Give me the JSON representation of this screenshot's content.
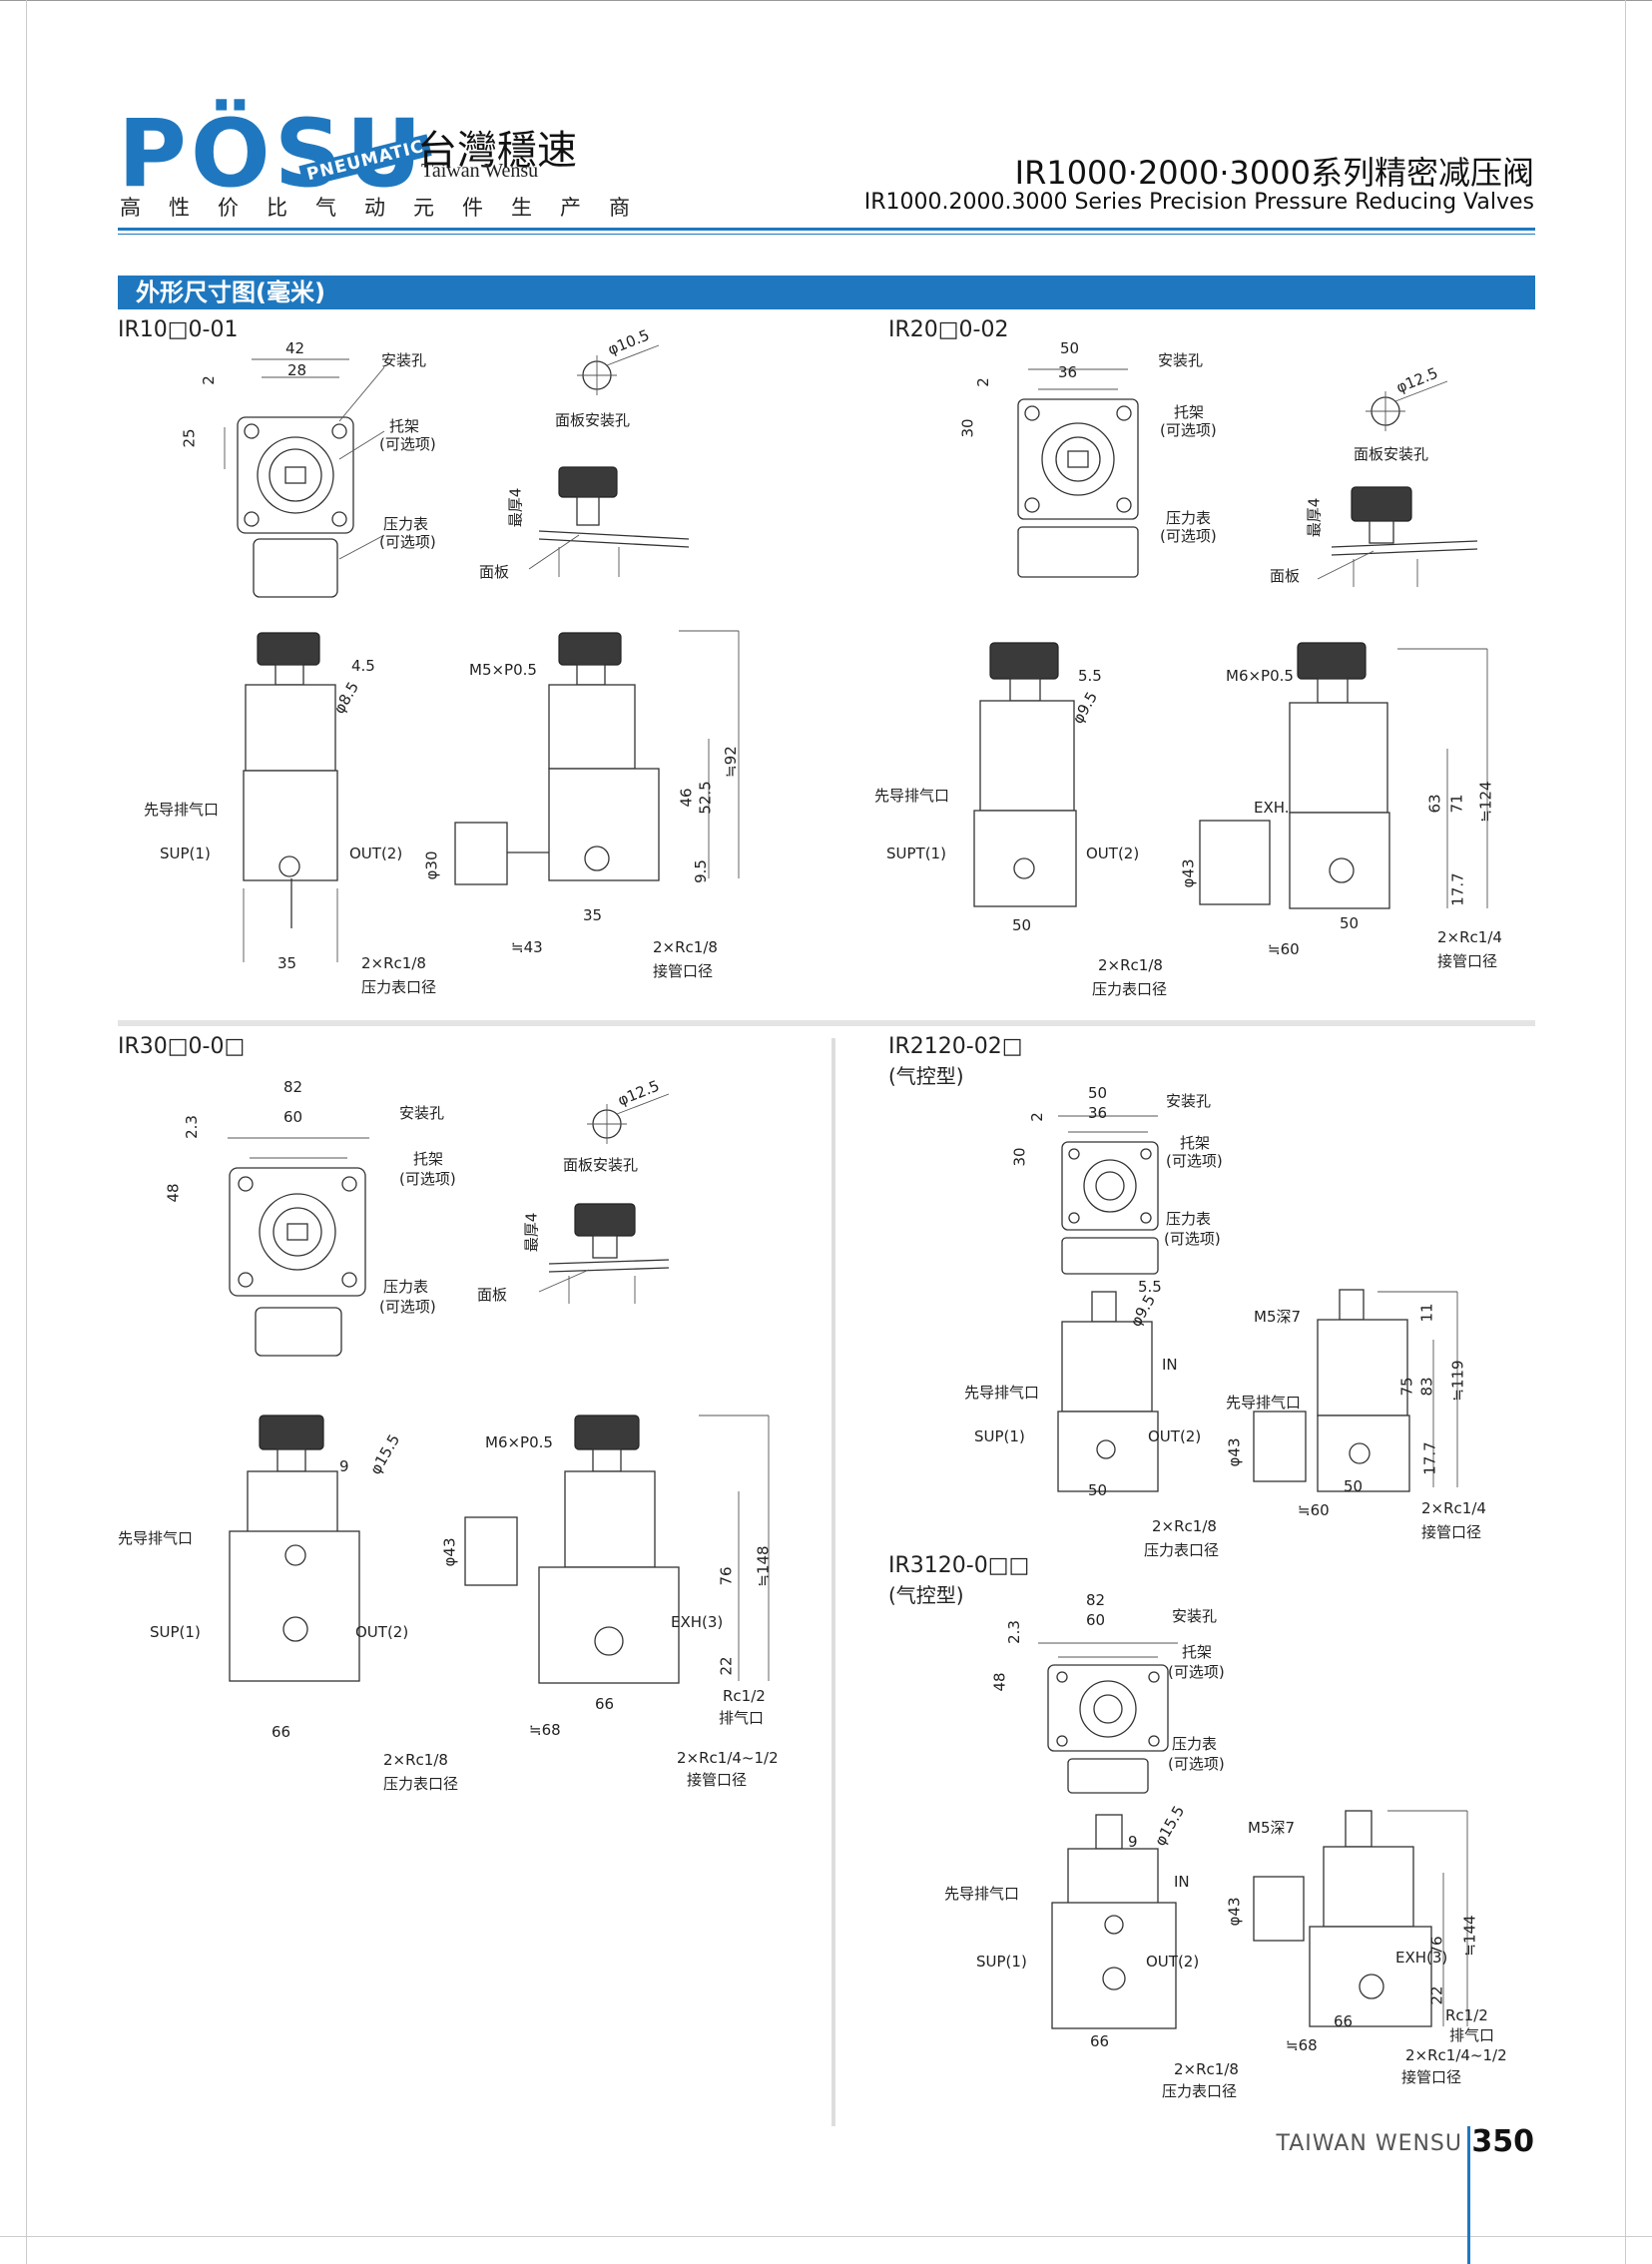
{
  "header": {
    "logo_text": "PÖSU",
    "logo_badge": "PNEUMATIC",
    "brand_cn": "台灣穩速",
    "brand_en": "Taiwan Wensu",
    "slogan": "高性价比气动元件生产商",
    "title_cn": "IR1000·2000·3000系列精密减压阀",
    "title_en": "IR1000.2000.3000 Series Precision Pressure Reducing Valves"
  },
  "section_title": "外形尺寸图(毫米)",
  "common_labels": {
    "mount_hole": "安装孔",
    "bracket": "托架",
    "optional": "(可选项)",
    "gauge": "压力表",
    "panel_hole": "面板安装孔",
    "max_thick": "最厚4",
    "panel": "面板",
    "pilot_exhaust": "先导排气口",
    "gauge_port": "压力表口径",
    "pipe_port": "接管口径",
    "exhaust_port": "排气口"
  },
  "ir1000": {
    "model": "IR10□0-01",
    "d42": "42",
    "d28": "28",
    "d2": "2",
    "d25": "25",
    "phi": "φ10.5",
    "d45": "4.5",
    "phi85": "φ8.5",
    "thread": "M5×P0.5",
    "d46": "46",
    "d525": "52.5",
    "d92": "≒92",
    "d95": "9.5",
    "sup": "SUP(1)",
    "out": "OUT(2)",
    "phi30": "φ30",
    "d35a": "35",
    "d35b": "35",
    "d43": "≒43",
    "rc_gauge": "2×Rc1/8",
    "rc_pipe": "2×Rc1/8"
  },
  "ir2000": {
    "model": "IR20□0-02",
    "d50": "50",
    "d36": "36",
    "d2": "2",
    "d30": "30",
    "phi": "φ12.5",
    "d55": "5.5",
    "phi95": "φ9.5",
    "thread": "M6×P0.5",
    "exh": "EXH.",
    "d63": "63",
    "d71": "71",
    "d124": "≒124",
    "d177": "17.7",
    "sup": "SUPT(1)",
    "out": "OUT(2)",
    "phi43": "φ43",
    "d50a": "50",
    "d50b": "50",
    "d60": "≒60",
    "rc_gauge": "2×Rc1/8",
    "rc_pipe": "2×Rc1/4"
  },
  "ir3000": {
    "model": "IR30□0-0□",
    "d82": "82",
    "d60": "60",
    "d23": "2.3",
    "d48": "48",
    "phi": "φ12.5",
    "d9": "9",
    "phi155": "φ15.5",
    "thread": "M6×P0.5",
    "d76": "76",
    "d148": "≒148",
    "d22": "22",
    "exh": "EXH(3)",
    "sup": "SUP(1)",
    "out": "OUT(2)",
    "phi43": "φ43",
    "d66a": "66",
    "d66b": "66",
    "d68": "≒68",
    "rc_gauge": "2×Rc1/8",
    "rc_exh": "Rc1/2",
    "rc_pipe": "2×Rc1/4~1/2"
  },
  "ir2120": {
    "model": "IR2120-02□",
    "type": "(气控型)",
    "d50": "50",
    "d36": "36",
    "d2": "2",
    "d30": "30",
    "d55": "5.5",
    "phi95": "φ9.5",
    "in": "IN",
    "thread": "M5深7",
    "d11": "11",
    "d75": "75",
    "d83": "83",
    "d119": "≒119",
    "d177": "17.7",
    "sup": "SUP(1)",
    "out": "OUT(2)",
    "phi43": "φ43",
    "d50a": "50",
    "d50b": "50",
    "d60": "≒60",
    "rc_gauge": "2×Rc1/8",
    "rc_pipe": "2×Rc1/4"
  },
  "ir3120": {
    "model": "IR3120-0□□",
    "type": "(气控型)",
    "d82": "82",
    "d60": "60",
    "d23": "2.3",
    "d48": "48",
    "d9": "9",
    "phi155": "φ15.5",
    "in": "IN",
    "thread": "M5深7",
    "d76": "76",
    "d144": "≒144",
    "d22": "22",
    "exh": "EXH(3)",
    "sup": "SUP(1)",
    "out": "OUT(2)",
    "phi43": "φ43",
    "d66a": "66",
    "d66b": "66",
    "d68": "≒68",
    "rc_gauge": "2×Rc1/8",
    "rc_exh": "Rc1/2",
    "rc_pipe": "2×Rc1/4~1/2"
  },
  "footer": {
    "company": "TAIWAN WENSU",
    "page": "350"
  }
}
